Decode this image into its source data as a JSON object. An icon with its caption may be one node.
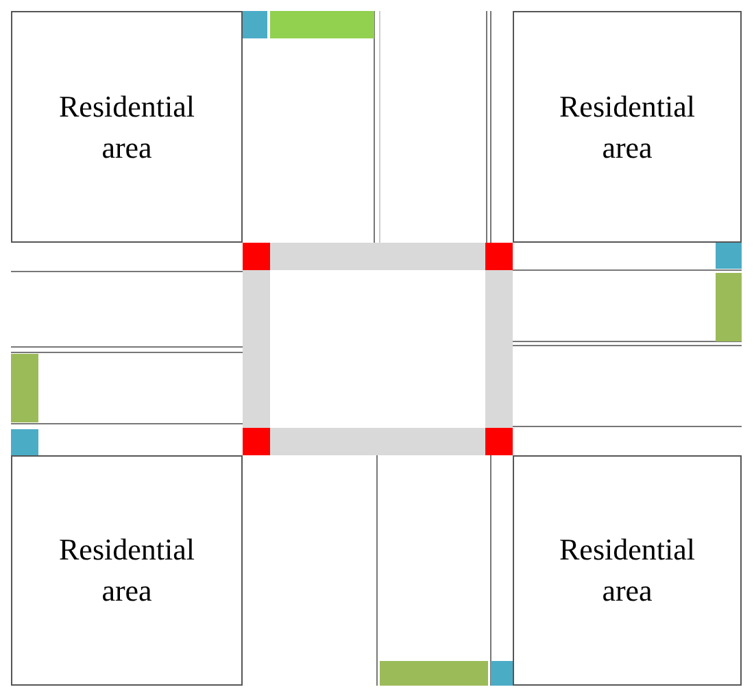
{
  "diagram": {
    "nodes": [
      {
        "text": [
          "Residential area"
        ]
      },
      {
        "text": [
          "Residential area"
        ]
      },
      {
        "text": [
          "Residential area"
        ]
      },
      {
        "text": [
          "Residential area"
        ]
      }
    ]
  }
}
